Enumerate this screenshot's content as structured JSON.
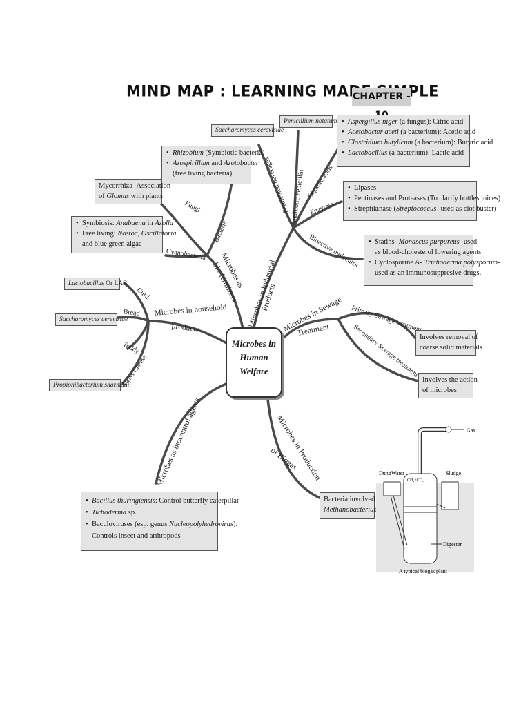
{
  "title": "MIND MAP : LEARNING MADE SIMPLE",
  "chapter": "CHAPTER - 10",
  "center": [
    "Microbes in",
    "Human",
    "Welfare"
  ],
  "branches": {
    "biofertilizers": [
      "Microbes as",
      "bio-fertilizers"
    ],
    "industrial": [
      "Microbes in Industrial",
      "Products"
    ],
    "household": [
      "Microbes in household",
      "products"
    ],
    "sewage": [
      "Microbes in Sewage",
      "Treatment"
    ],
    "biocontrol": "Microbes as biocontrol agents",
    "biogas": [
      "Microbes in Production",
      "of Biogas"
    ]
  },
  "sublabels": {
    "fungi": "Fungi",
    "bacteria": "Bacteria",
    "cyanobacteria": "Cyanobacteria",
    "fermented": "Fermented beverages",
    "antibiotic": "Antibiotic Penicillin",
    "organic": "Organic acids",
    "enzymes": "Enzymes",
    "bioactive": "Bioactive molecules",
    "curd": "Curd",
    "bread": "Bread",
    "toddy": "Toddy",
    "swiss": "Swiss Cheese",
    "primary": "Primary Sewage treatment",
    "secondary": "Secondary Sewage treatment"
  },
  "boxes": {
    "saccharomyces_top": "Saccharomyces cerevisiae",
    "penicillium": "Penicillium notatum",
    "organic_acids": [
      {
        "it": "Aspergillus niger",
        "rest": " (a fungus): Citric acid"
      },
      {
        "it": "Acetobacter aceti",
        "rest": " (a bacterium): Acetic acid"
      },
      {
        "it": "Clostridium butylicum",
        "rest": " (a bacterium): Butyric acid"
      },
      {
        "it": "Lactobacillus",
        "rest": " (a bacterium): Lactic acid"
      }
    ],
    "rhizobium": [
      {
        "it": "Rhizobium",
        "rest": " (Symbiotic bacteria)"
      },
      {
        "it": "Azospirillum",
        "mid": " and ",
        "it2": "Azotobacter",
        "rest": ""
      },
      {
        "plain": "(free living bacteria)."
      }
    ],
    "mycorrhiza": [
      "Mycorrhiza- Association",
      "of ",
      "Glomus",
      " with plants"
    ],
    "enzymes": [
      "Lipases",
      "Pectinases and Proteases (To clarify bottles juices)",
      "Streptikinase (",
      "Streptococcus",
      "- used as clot buster)"
    ],
    "cyano": {
      "l1a": "Symbiosis: ",
      "l1b": "Anabaena",
      "l1c": " in ",
      "l1d": "Azolla",
      "l2a": "Free living: ",
      "l2b": "Nostoc, Oscillatoria",
      "l3": "and blue green algae"
    },
    "statins": {
      "l1a": "Statins- ",
      "l1b": "Monascus purpureus",
      "l1c": "- used",
      "l2": "as blood-cholesterol lowering agents",
      "l3a": "Cyclosporine A- ",
      "l3b": "Trichoderma polysporum",
      "l3c": "-",
      "l4": "used as an immunosuppresive drugs."
    },
    "lactobacillus": "Lactobacillus",
    "lactobacillus_rest": " Or LAB",
    "saccharomyces_left": "Saccharomyces cerevisiae",
    "propioni": "Propionibacterium sharmanii",
    "primary_box": [
      "Involves removal of",
      "coarse solid materials"
    ],
    "secondary_box": [
      "Involves the action",
      "of microbes"
    ],
    "biocontrol": {
      "l1a": "Bacillus thuringiensis",
      "l1b": ": Control butterfly caterpillar",
      "l2a": "Tichoderma",
      "l2b": " sp.",
      "l3a": "Baculoviruses (esp. genus ",
      "l3b": "Nucleopolyhedrovirus",
      "l3c": "):",
      "l4": "Controls insect and arthropods"
    },
    "methano": [
      "Bacteria involved is",
      "Methanobacterium"
    ]
  },
  "biogas_plant": {
    "gas": "Gas",
    "dung": "Dung",
    "water": "Water",
    "sludge": "Sludge",
    "ch4": "CH₄+CO₂ ←",
    "digester": "Digester",
    "caption": "A typical biogas plant"
  }
}
